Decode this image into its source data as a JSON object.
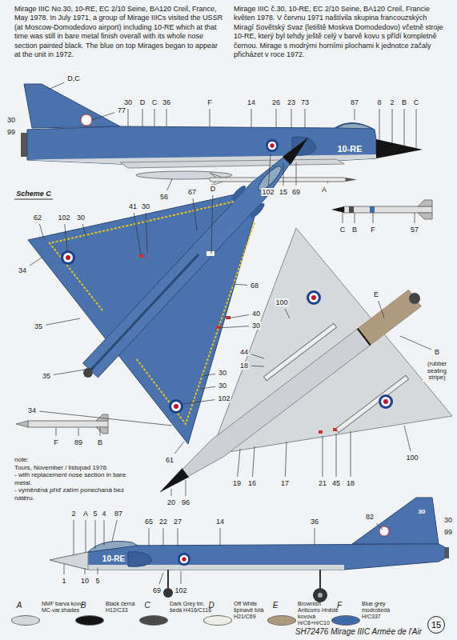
{
  "diagram": {
    "caption": "SH72476 Mirage IIIC Armée de l'Air",
    "nodes": [
      {
        "text": [
          "15"
        ]
      }
    ],
    "labels": [
      "Mirage IIIC No.30, 10-RE, EC 2/10 Seine, BA120 Creil, France, May 1978. In July 1971, a group of Mirage IIICs visited the USSR (at Moscow-Domodedovo airport) including 10-RE which at that time was still in bare metal finish overall with its whole nose section painted black. The blue on top Mirages began to appear at the unit in 1972.",
      "Mirage IIIC č.30, 10-RE, EC 2/10 Seine, BA120 Creil, Francie květen 1978. V červnu 1971 naštívila skupina francouzských Miragí Sovětský Svaz (letiště Moskva Domodedovo) včetně stroje 10-RE, který byl tehdy ještě celý v barvě kovu s přídí kompletně černou. Mirage s modrými horními plochami k jednotce začaly přicházet v roce 1972.",
      "D,C",
      "30",
      "99",
      "77",
      "30",
      "D",
      "C",
      "36",
      "F",
      "14",
      "26",
      "23",
      "73",
      "87",
      "8",
      "2",
      "B",
      "C",
      "10-RE",
      "56",
      "102",
      "15",
      "69",
      "A",
      "Scheme C",
      "62",
      "102",
      "30",
      "41",
      "30",
      "67",
      "D",
      "68",
      "40",
      "30",
      "34",
      "35",
      "35",
      "34",
      "30",
      "30",
      "102",
      "61",
      "C",
      "B",
      "F",
      "57",
      "F",
      "89",
      "B",
      "100",
      "E",
      "44",
      "18",
      "B",
      "(rubber sealing stripe)",
      "100",
      "20",
      "96",
      "19",
      "16",
      "17",
      "21",
      "45",
      "18",
      "note:",
      "Tours, November / listopad 1976",
      "- with replacement nose section in bare metal.",
      "- vyměněná příď zatím ponechaná bez nátěru.",
      "2",
      "A",
      "5",
      "4",
      "87",
      "65",
      "22",
      "27",
      "14",
      "36",
      "82",
      "30",
      "99",
      "30",
      "10-RE",
      "1",
      "10",
      "5",
      "69",
      "102",
      "A",
      "B",
      "C",
      "D",
      "E",
      "F"
    ],
    "legend": [
      {
        "text": "NMF barva kovu MC-var.shades",
        "color": "#d3d7db"
      },
      {
        "text": "Black černá H12/C33",
        "color": "#141414"
      },
      {
        "text": "Dark Grey tm. šedá H416/C116",
        "color": "#4a4a4a"
      },
      {
        "text": "Off White špinavě bílá H21/C69",
        "color": "#efeee4"
      },
      {
        "text": "Brownish Anticorro Hnědě kovová H/C8+H/C10",
        "color": "#b09a7e"
      },
      {
        "text": "Blue grey modrošedá H/C337",
        "color": "#3f6aa6"
      }
    ]
  }
}
